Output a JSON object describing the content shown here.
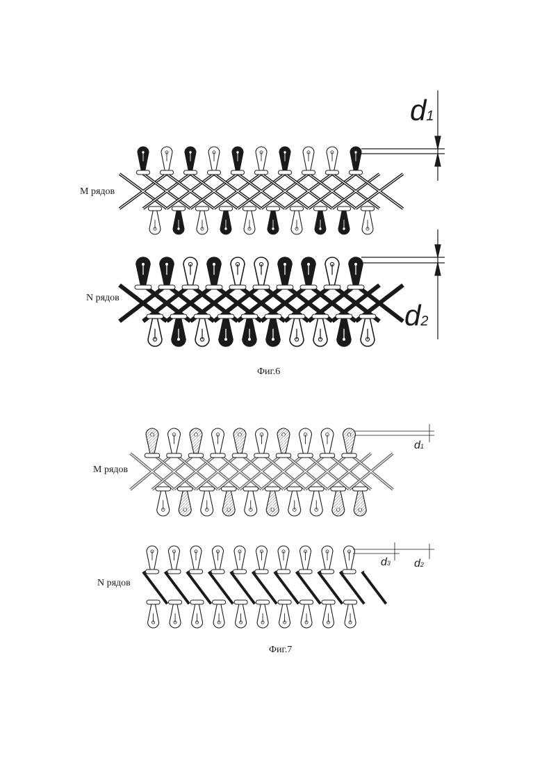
{
  "figures": [
    {
      "caption": "Фиг.6",
      "rows": [
        {
          "label": "М рядов",
          "dimension": "d1",
          "pattern": "crossed",
          "style": "solid"
        },
        {
          "label": "N рядов",
          "dimension": "d2",
          "pattern": "crossed",
          "style": "solid-thick"
        }
      ]
    },
    {
      "caption": "Фиг.7",
      "rows": [
        {
          "label": "М рядов",
          "dimension": "d1",
          "pattern": "crossed",
          "style": "hatched"
        },
        {
          "label": "N рядов",
          "dimension": "d3",
          "dimension2": "d2",
          "pattern": "diagonal",
          "style": "outline"
        }
      ]
    }
  ],
  "colors": {
    "ink": "#1a1a1a",
    "paper": "#ffffff",
    "hatch": "#8a8a8a"
  }
}
